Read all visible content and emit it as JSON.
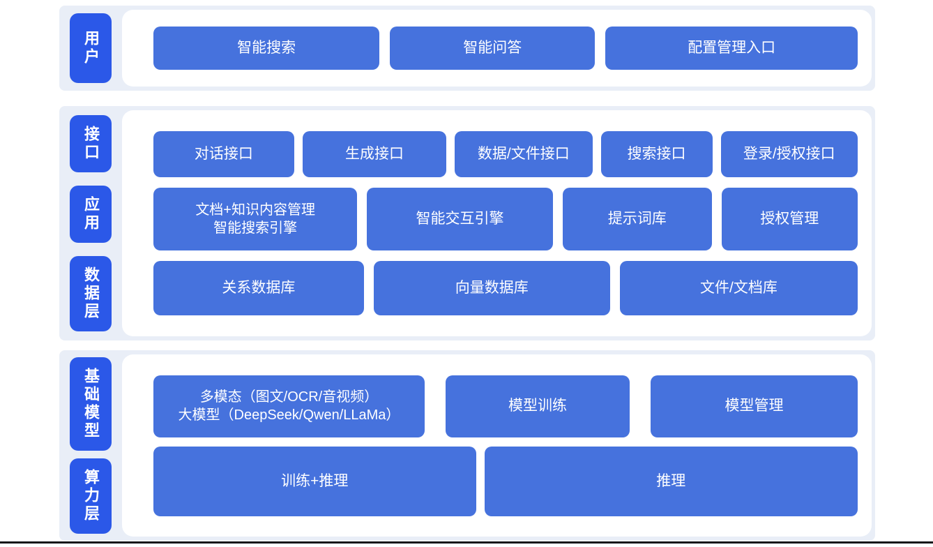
{
  "colors": {
    "label_blue": "#2b58e8",
    "box_blue": "#4672dd",
    "section_bg": "#e9eef7",
    "panel_bg": "#ffffff",
    "text": "#ffffff",
    "bottom_line": "#111318"
  },
  "layers": {
    "user": {
      "label": "用户",
      "boxes": {
        "smart_search": "智能搜索",
        "smart_qa": "智能问答",
        "config_entry": "配置管理入口"
      }
    },
    "interface": {
      "label": "接口",
      "boxes": {
        "dialog_api": "对话接口",
        "generate_api": "生成接口",
        "data_file_api": "数据/文件接口",
        "search_api": "搜索接口",
        "login_auth_api": "登录/授权接口"
      }
    },
    "application": {
      "label": "应用",
      "boxes": {
        "doc_knowledge_line1": "文档+知识内容管理",
        "doc_knowledge_line2": "智能搜索引擎",
        "interaction_engine": "智能交互引擎",
        "prompt_library": "提示词库",
        "auth_management": "授权管理"
      }
    },
    "data": {
      "label": "数据层",
      "boxes": {
        "relational_db": "关系数据库",
        "vector_db": "向量数据库",
        "file_doc_store": "文件/文档库"
      }
    },
    "foundation_model": {
      "label": "基础模型",
      "boxes": {
        "multimodal_line1": "多模态（图文/OCR/音视频）",
        "multimodal_line2": "大模型（DeepSeek/Qwen/LLaMa）",
        "model_training": "模型训练",
        "model_management": "模型管理"
      }
    },
    "compute": {
      "label": "算力层",
      "boxes": {
        "train_inference": "训练+推理",
        "inference": "推理"
      }
    }
  }
}
